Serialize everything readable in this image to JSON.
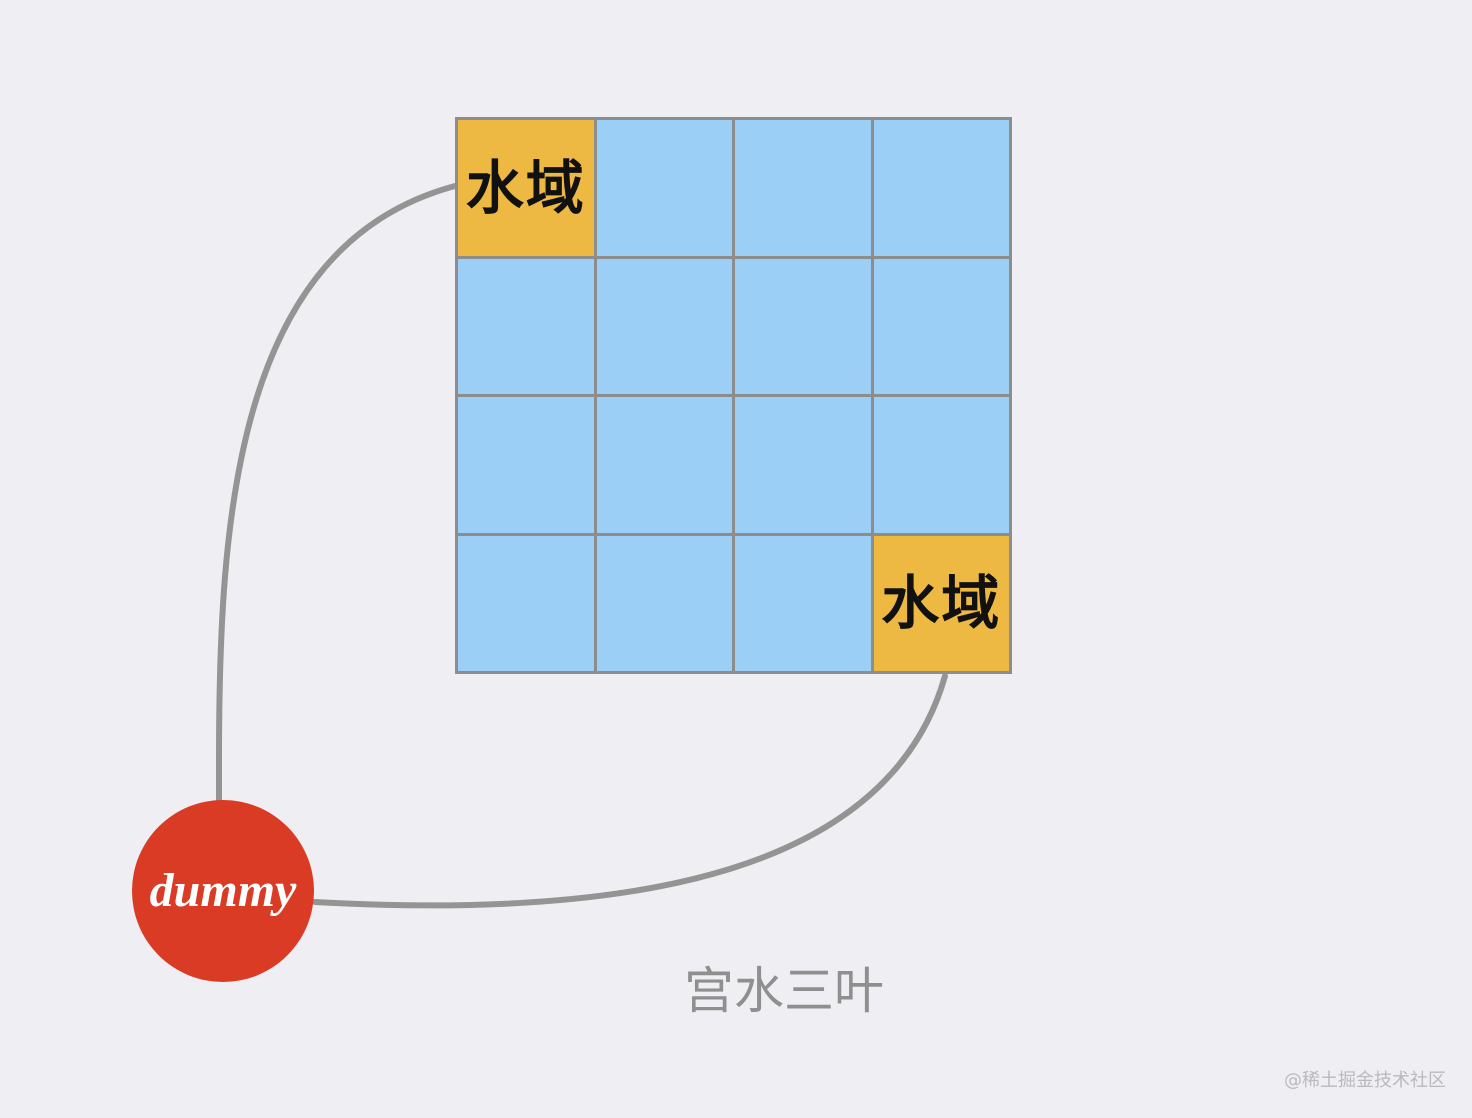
{
  "diagram": {
    "grid": {
      "rows": 4,
      "cols": 4,
      "water_label": "水域",
      "water_cells": [
        {
          "row": 0,
          "col": 0
        },
        {
          "row": 3,
          "col": 3
        }
      ],
      "colors": {
        "land": "#9ccff5",
        "water": "#eeb942",
        "border": "#8d8d8d"
      }
    },
    "dummy": {
      "label": "dummy",
      "color": "#d93b24"
    },
    "edges": [
      {
        "from": "dummy",
        "to": "water-cell-0-0"
      },
      {
        "from": "dummy",
        "to": "water-cell-3-3"
      }
    ],
    "edge_color": "#949494",
    "caption": "宫水三叶",
    "watermark": "@稀土掘金技术社区"
  }
}
